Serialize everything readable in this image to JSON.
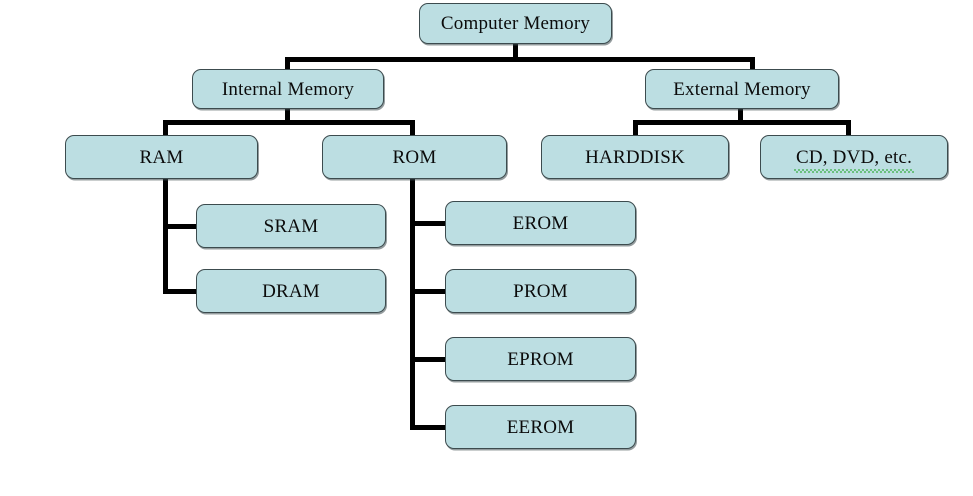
{
  "diagram": {
    "title": "Computer Memory",
    "type": "tree",
    "box_fill": "#bcdee2",
    "box_border": "#3c4b4e",
    "connector_color": "#000000",
    "background": "#ffffff",
    "spellcheck_underline_color": "#19a319"
  },
  "nodes": {
    "root": {
      "label": "Computer Memory"
    },
    "internal": {
      "label": "Internal Memory"
    },
    "external": {
      "label": "External Memory"
    },
    "ram": {
      "label": "RAM"
    },
    "rom": {
      "label": "ROM"
    },
    "harddisk": {
      "label": "HARDDISK"
    },
    "optical": {
      "label": "CD, DVD, etc."
    },
    "sram": {
      "label": "SRAM"
    },
    "dram": {
      "label": "DRAM"
    },
    "erom": {
      "label": "EROM"
    },
    "prom": {
      "label": "PROM"
    },
    "eprom": {
      "label": "EPROM"
    },
    "eerom": {
      "label": "EEROM"
    }
  },
  "hierarchy": {
    "Computer Memory": {
      "Internal Memory": {
        "RAM": [
          "SRAM",
          "DRAM"
        ],
        "ROM": [
          "EROM",
          "PROM",
          "EPROM",
          "EEROM"
        ]
      },
      "External Memory": {
        "HARDDISK": [],
        "CD, DVD, etc.": []
      }
    }
  }
}
